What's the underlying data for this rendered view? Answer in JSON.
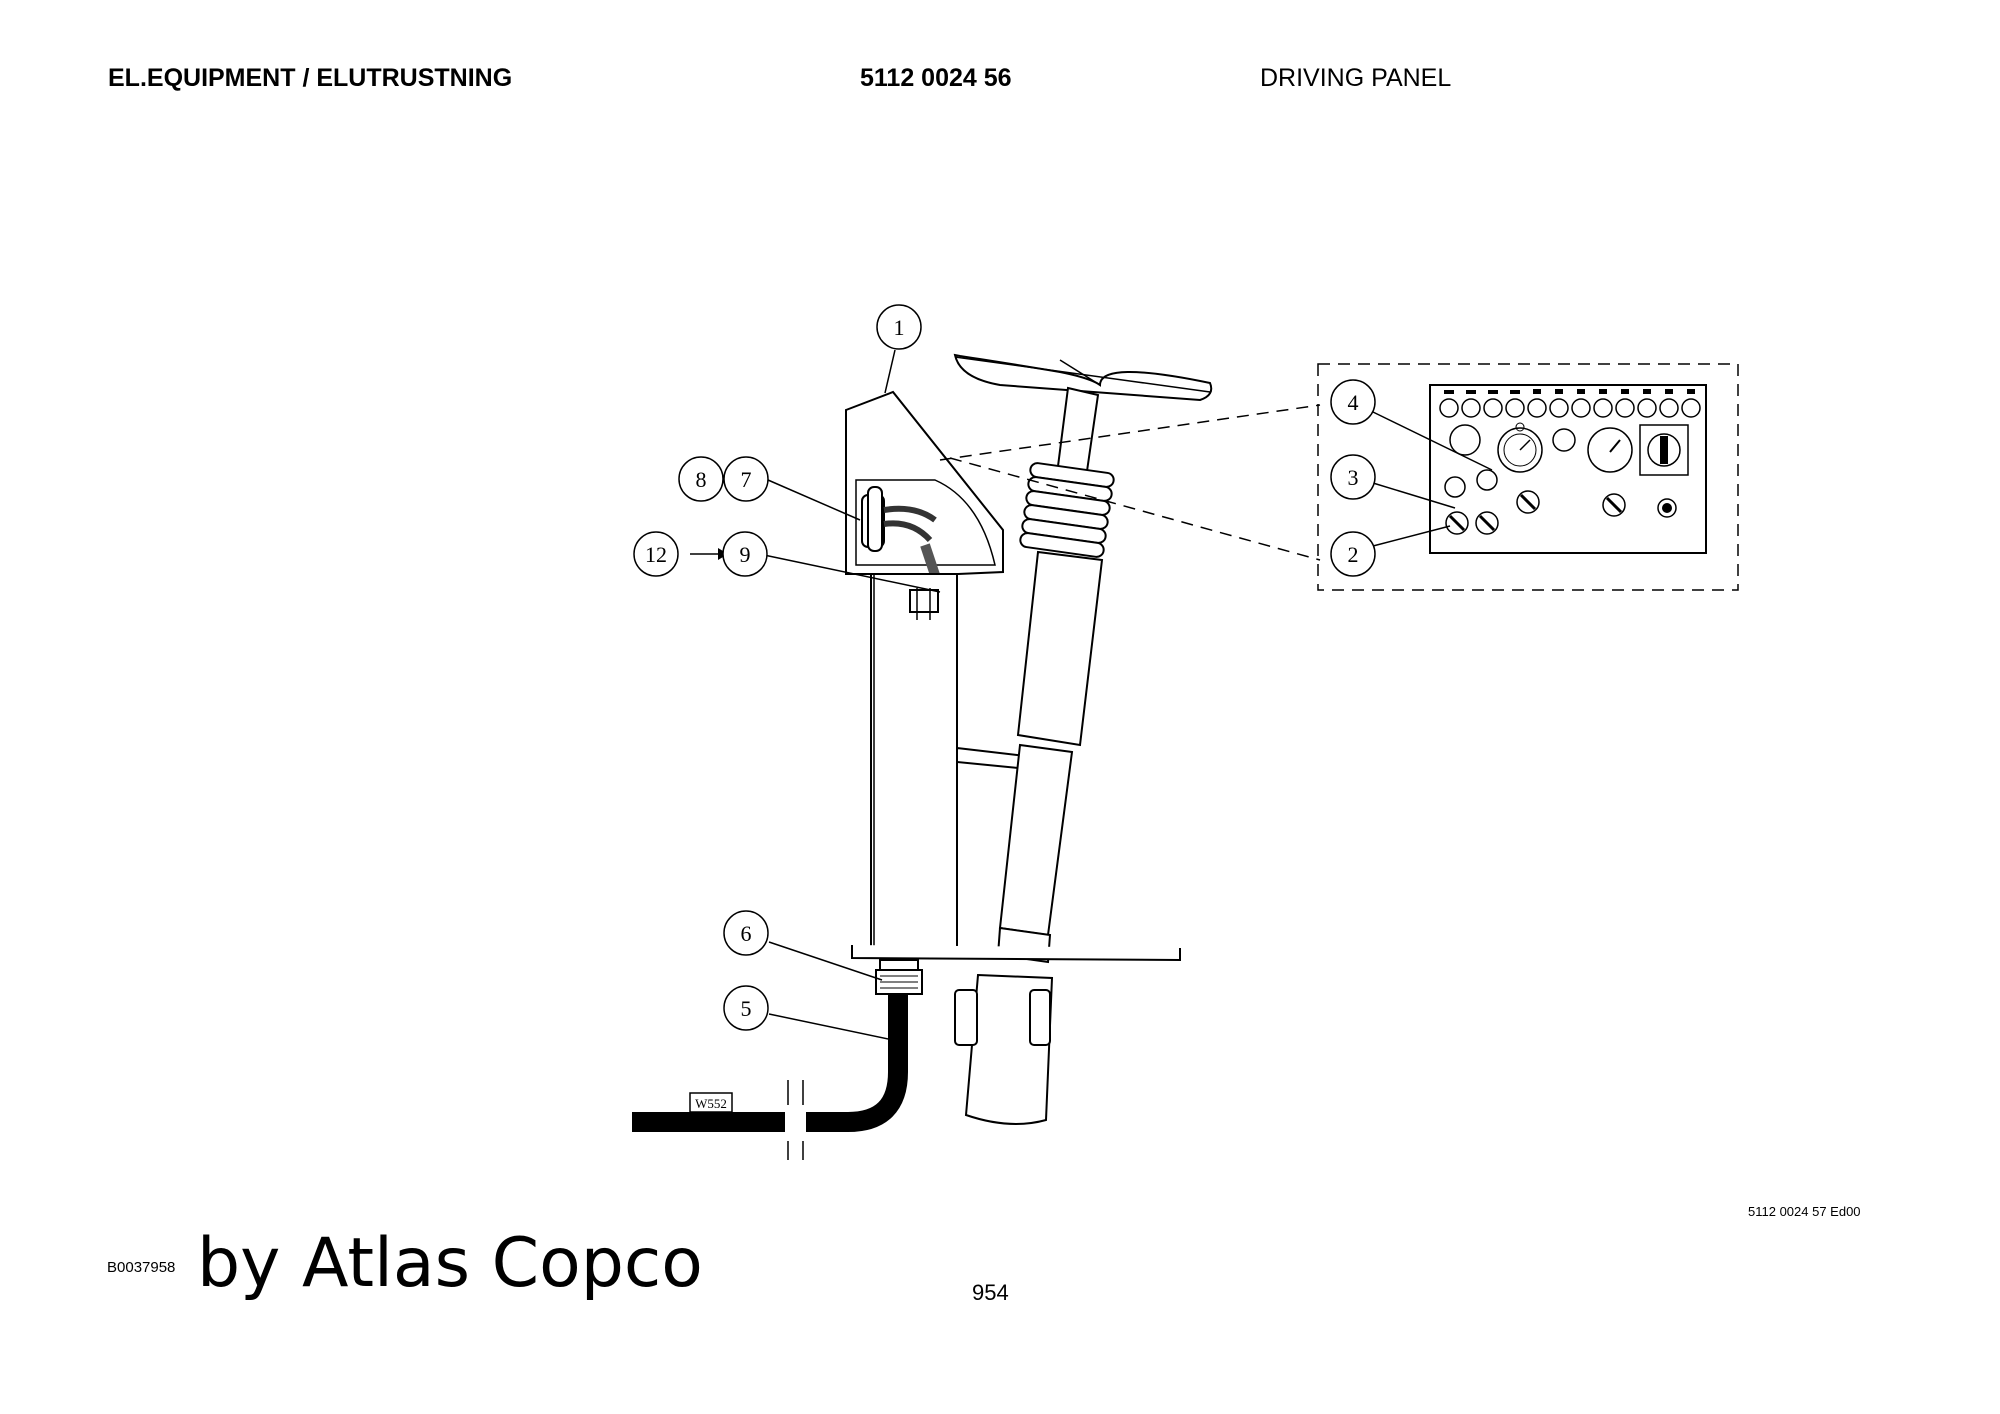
{
  "header": {
    "section": "EL.EQUIPMENT / ELUTRUSTNING",
    "part_number": "5112 0024 56",
    "title": "DRIVING PANEL"
  },
  "callouts": {
    "c1": "1",
    "c2": "2",
    "c3": "3",
    "c4": "4",
    "c5": "5",
    "c6": "6",
    "c7": "7",
    "c8": "8",
    "c9": "9",
    "c12": "12"
  },
  "cable_label": "W552",
  "drawing_code": "5112 0024 57 Ed00",
  "image_code": "B0037958",
  "brand": "by Atlas Copco",
  "page_number": "954"
}
